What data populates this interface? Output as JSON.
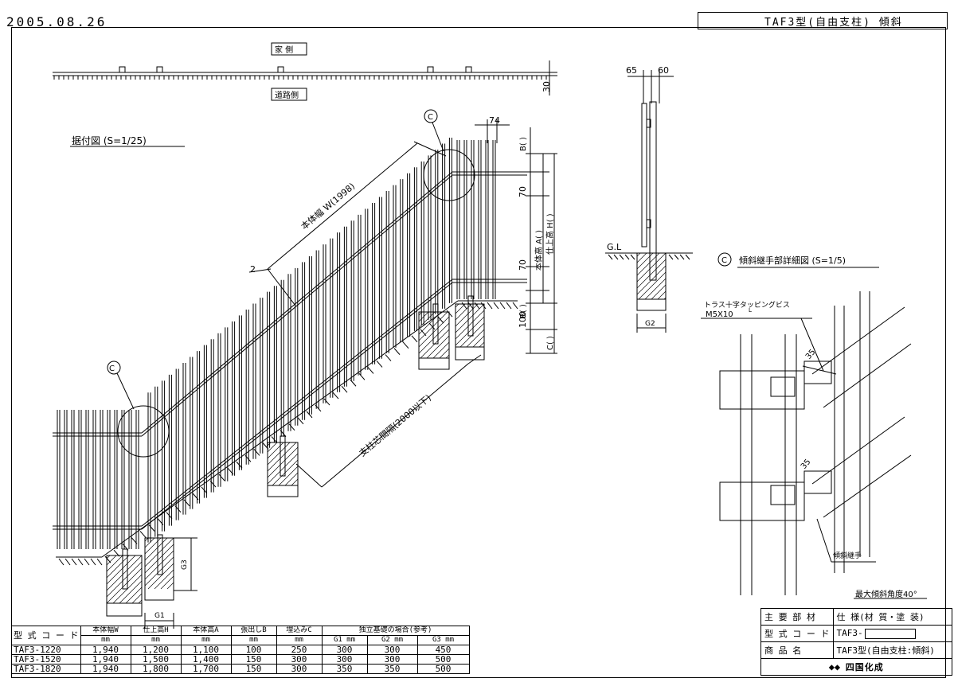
{
  "header": {
    "date": "2005.08.26",
    "title": "TAF3型(自由支柱) 傾斜"
  },
  "plan_view": {
    "house_side": "家 側",
    "road_side": "道路側",
    "dim_30": "30"
  },
  "main_view": {
    "title": "据付図 (S=1/25)",
    "callout_c": "C",
    "body_width": "本体幅 W(1998)",
    "dim_2": "2",
    "post_interval": "支柱芯間隔(2000以下)",
    "dim_74": "74",
    "dim_70_top": "70",
    "dim_70_bottom": "70",
    "dim_100": "100",
    "label_b_top": "B( )",
    "label_b_bottom": "B( )",
    "label_c": "C( )",
    "body_height": "本体高 A( )",
    "finish_height": "仕上高 H( )",
    "label_g1": "G1",
    "label_g3": "G3"
  },
  "side_view": {
    "dim_65": "65",
    "dim_60": "60",
    "gl": "G.L",
    "label_g2": "G2"
  },
  "detail_view": {
    "title": "傾斜継手部詳細図 (S=1/5)",
    "callout_c": "C",
    "screw_name": "トラス十字タッピングビス",
    "screw_size": "M5X10",
    "screw_sup": "L",
    "dim_35_top": "35",
    "dim_35_bottom": "35",
    "joint": "傾斜継手",
    "max_angle": "最大傾斜角度40°"
  },
  "spec_table": {
    "col_code": "型 式 コ ー ド",
    "col_w": "本体幅W",
    "col_h": "仕上高H",
    "col_a": "本体高A",
    "col_b": "張出しB",
    "col_c": "埋込みC",
    "col_found": "独立基礎の場合(参考)",
    "unit": "mm",
    "col_g1": "G1 mm",
    "col_g2": "G2 mm",
    "col_g3": "G3 mm",
    "rows": [
      {
        "code": "TAF3-1220",
        "w": "1,940",
        "h": "1,200",
        "a": "1,100",
        "b": "100",
        "c": "250",
        "g1": "300",
        "g2": "300",
        "g3": "450"
      },
      {
        "code": "TAF3-1520",
        "w": "1,940",
        "h": "1,500",
        "a": "1,400",
        "b": "150",
        "c": "300",
        "g1": "300",
        "g2": "300",
        "g3": "500"
      },
      {
        "code": "TAF3-1820",
        "w": "1,940",
        "h": "1,800",
        "a": "1,700",
        "b": "150",
        "c": "300",
        "g1": "350",
        "g2": "350",
        "g3": "500"
      }
    ]
  },
  "title_block": {
    "material_label": "主 要 部 材",
    "material_value": "仕 様(材 質・塗 装)",
    "code_label": "型 式 コ ー ド",
    "code_value": "TAF3-",
    "product_label": "商 品 名",
    "product_value": "TAF3型(自由支柱:傾斜)",
    "company": "四国化成"
  }
}
